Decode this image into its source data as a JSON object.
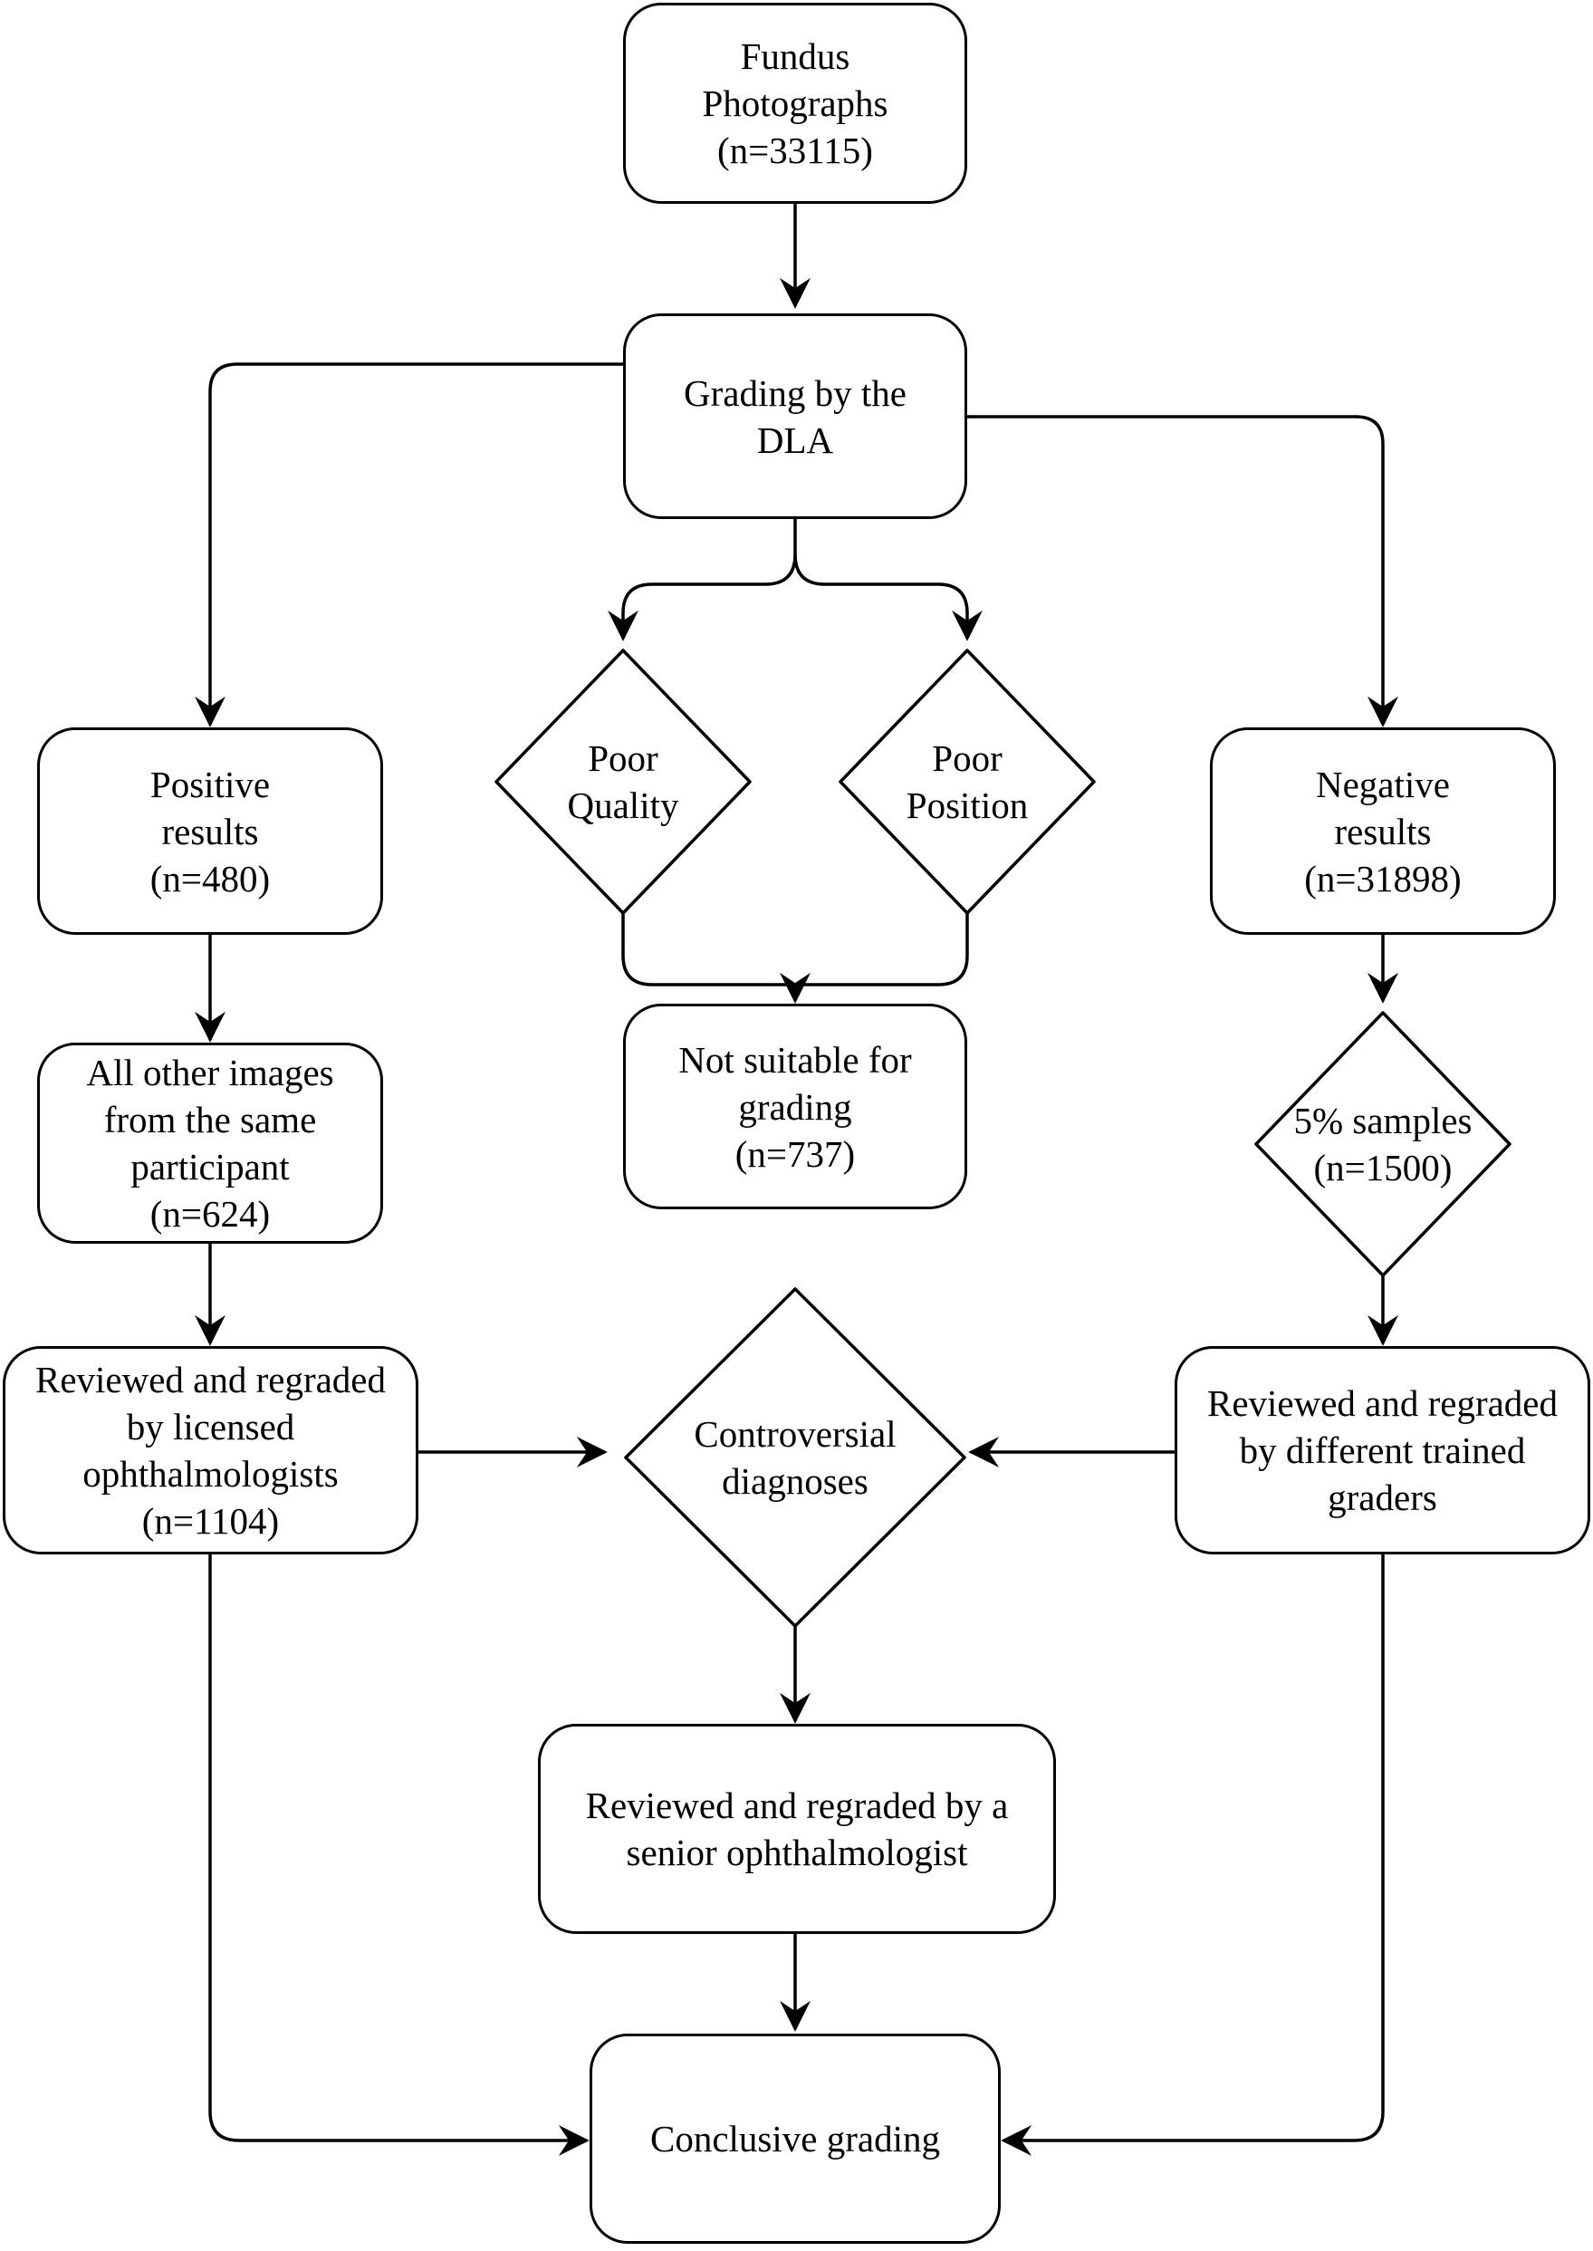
{
  "nodes": {
    "fundus": "Fundus\nPhotographs\n(n=33115)",
    "grading_dla": "Grading by the\nDLA",
    "positive": "Positive\nresults\n(n=480)",
    "poor_quality": "Poor\nQuality",
    "poor_position": "Poor\nPosition",
    "negative": "Negative\nresults\n(n=31898)",
    "other_images": "All other images\nfrom the same\nparticipant\n(n=624)",
    "not_suitable": "Not suitable for\ngrading\n(n=737)",
    "samples": "5% samples\n(n=1500)",
    "reviewed_licensed": "Reviewed and regraded\nby licensed\nophthalmologists\n(n=1104)",
    "controversial": "Controversial\ndiagnoses",
    "reviewed_trained": "Reviewed and regraded\nby different trained\ngraders",
    "reviewed_senior": "Reviewed and regraded by a\nsenior ophthalmologist",
    "conclusive": "Conclusive grading"
  }
}
